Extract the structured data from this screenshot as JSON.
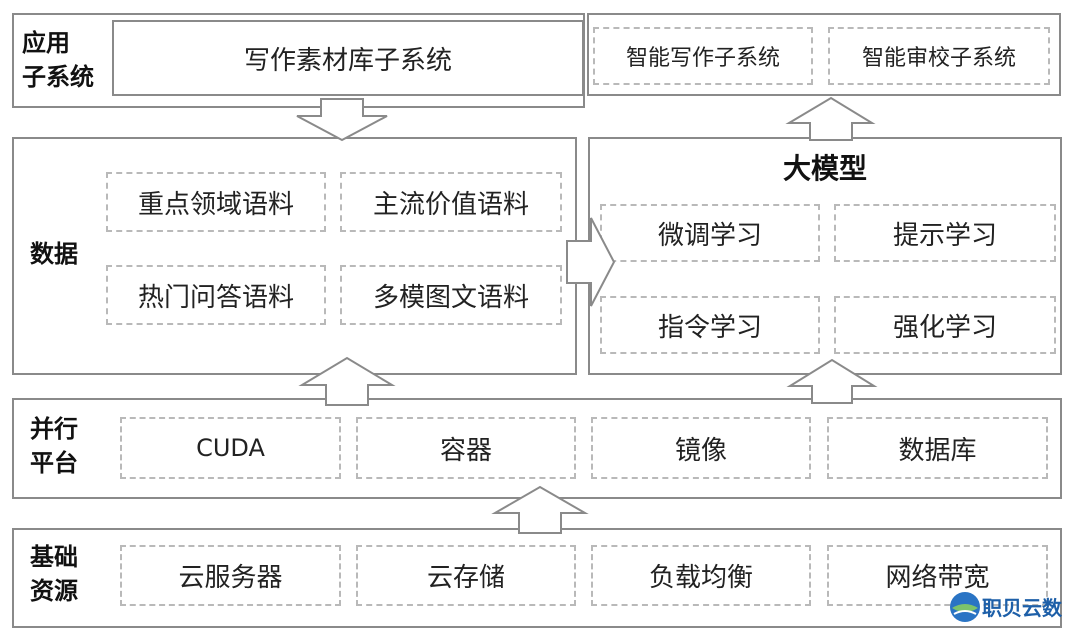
{
  "app": {
    "label": "应用\n子系统",
    "writing_material": "写作素材库子系统",
    "smart_writing": "智能写作子系统",
    "smart_review": "智能审校子系统"
  },
  "data_layer": {
    "label": "数据",
    "items": [
      "重点领域语料",
      "主流价值语料",
      "热门问答语料",
      "多模图文语料"
    ]
  },
  "model": {
    "title": "大模型",
    "items": [
      "微调学习",
      "提示学习",
      "指令学习",
      "强化学习"
    ]
  },
  "parallel": {
    "label": "并行\n平台",
    "items": [
      "CUDA",
      "容器",
      "镜像",
      "数据库"
    ]
  },
  "infra": {
    "label": "基础\n资源",
    "items": [
      "云服务器",
      "云存储",
      "负载均衡",
      "网络带宽"
    ]
  },
  "watermark": "职贝云数"
}
